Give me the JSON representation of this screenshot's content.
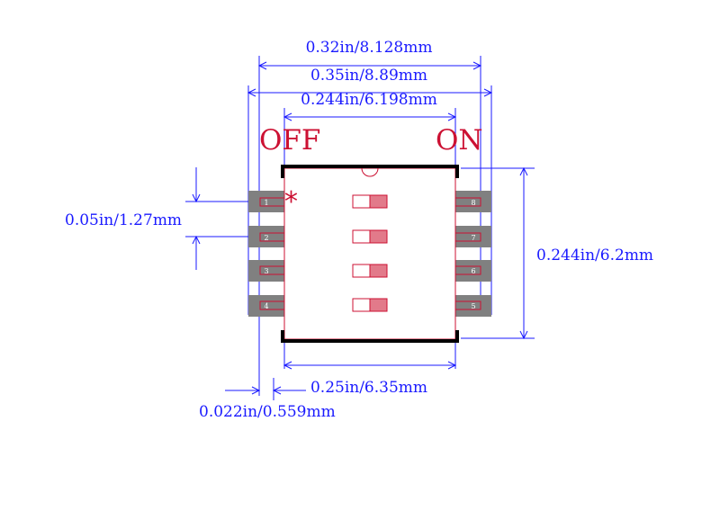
{
  "labels": {
    "off": "OFF",
    "on": "ON",
    "pin1_marker": "*"
  },
  "dimensions": {
    "outer_pad_span": "0.32in/8.128mm",
    "overall_span": "0.35in/8.89mm",
    "inner_span": "0.244in/6.198mm",
    "pin_pitch": "0.05in/1.27mm",
    "body_height": "0.244in/6.2mm",
    "body_width": "0.25in/6.35mm",
    "pad_width": "0.022in/0.559mm"
  },
  "pins": {
    "left": [
      "1",
      "2",
      "3",
      "4"
    ],
    "right": [
      "8",
      "7",
      "6",
      "5"
    ]
  },
  "switch_count": 4,
  "colors": {
    "dimension": "#1a1aff",
    "silkscreen": "#cc1133",
    "pad": "#808080",
    "body_outline": "#000000",
    "switch_fill": "#e27a8a"
  }
}
